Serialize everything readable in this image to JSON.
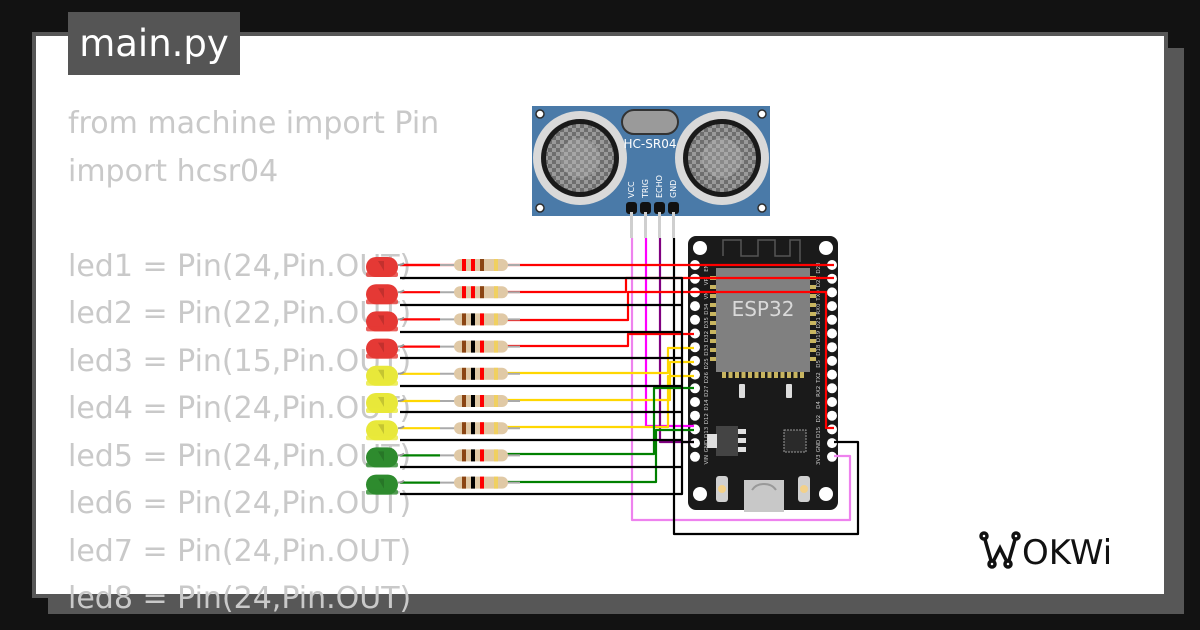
{
  "editor": {
    "tab_label": "main.py",
    "code_lines": [
      "from machine import Pin",
      "import hcsr04",
      "",
      "led1 = Pin(24,Pin.OUT)",
      "led2 = Pin(22,Pin.OUT)",
      "led3 = Pin(15,Pin.OUT)",
      "led4 = Pin(24,Pin.OUT)",
      "led5 = Pin(24,Pin.OUT)",
      "led6 = Pin(24,Pin.OUT)",
      "led7 = Pin(24,Pin.OUT)",
      "led8 = Pin(24,Pin.OUT)"
    ]
  },
  "sensor": {
    "label": "HC-SR04",
    "pins": [
      "VCC",
      "TRIG",
      "ECHO",
      "GND"
    ]
  },
  "board": {
    "label": "ESP32",
    "left_pins": [
      "EN",
      "VP",
      "VN",
      "D34",
      "D35",
      "D32",
      "D33",
      "D25",
      "D26",
      "D27",
      "D14",
      "D12",
      "D13",
      "GND",
      "VIN"
    ],
    "right_pins": [
      "D23",
      "D22",
      "TX0",
      "RX0",
      "D21",
      "D19",
      "D18",
      "D5",
      "TX2",
      "RX2",
      "D4",
      "D2",
      "D15",
      "GND",
      "3V3"
    ]
  },
  "leds": [
    {
      "color": "red"
    },
    {
      "color": "red"
    },
    {
      "color": "red"
    },
    {
      "color": "red"
    },
    {
      "color": "yellow"
    },
    {
      "color": "yellow"
    },
    {
      "color": "yellow"
    },
    {
      "color": "green"
    },
    {
      "color": "green"
    }
  ],
  "colors": {
    "led_red": "#e53935",
    "led_yellow": "#e8e83a",
    "led_green": "#2e8b2e",
    "wire_red": "#ff0000",
    "wire_black": "#000000",
    "wire_yellow": "#ffd700",
    "wire_green": "#008000",
    "wire_magenta": "#ff00ff",
    "wire_purple": "#800080",
    "wire_pink": "#ee82ee",
    "sensor_blue": "#4a7aa8",
    "board_black": "#1a1a1a"
  },
  "branding": {
    "logo_text": "WOKWI"
  }
}
